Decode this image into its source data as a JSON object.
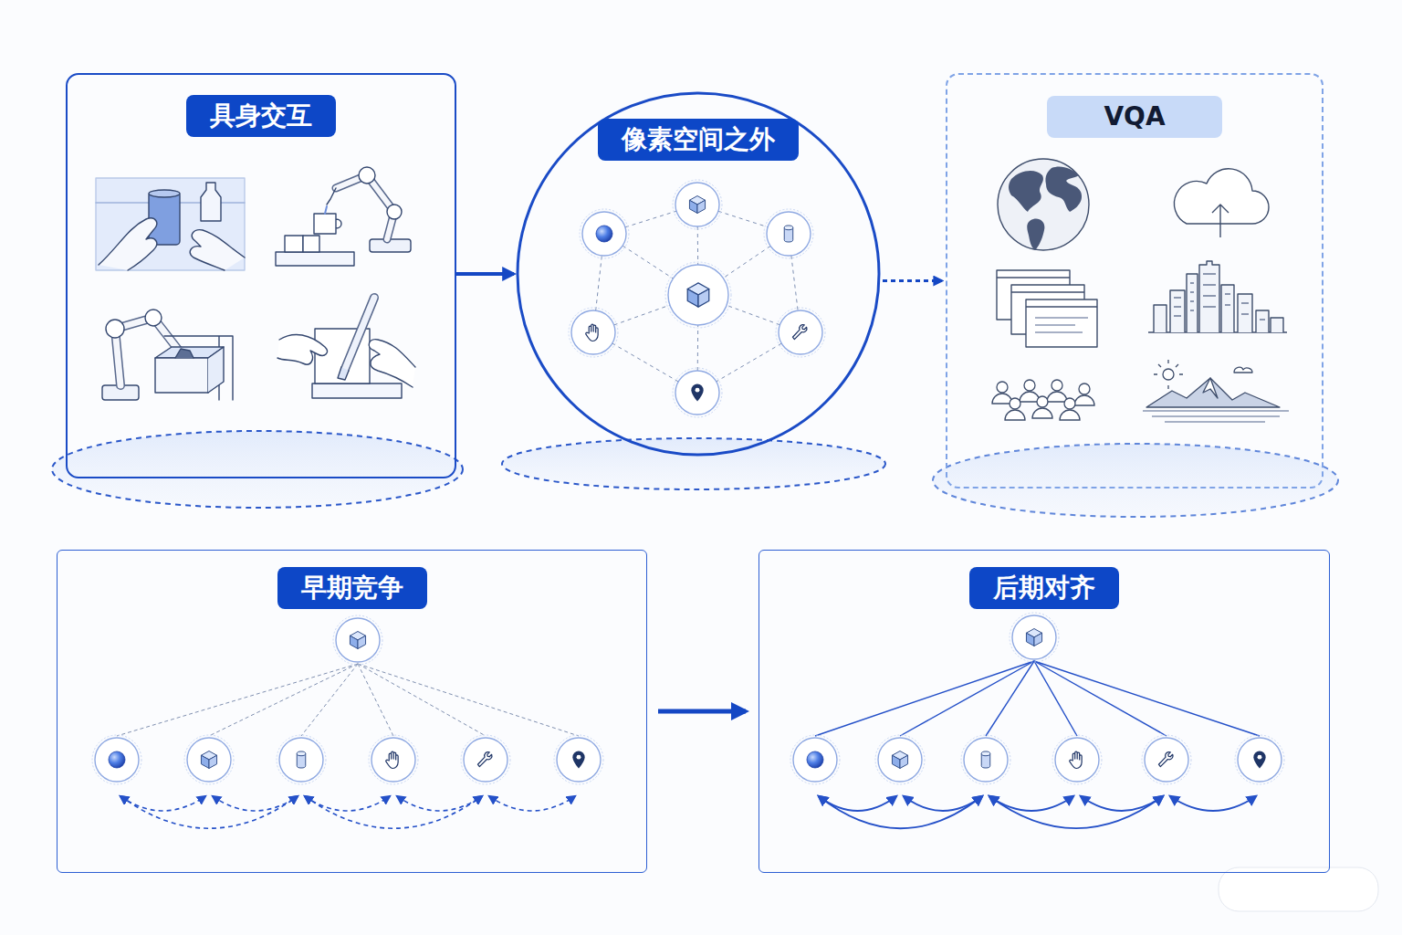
{
  "diagram": {
    "nodes": [
      {
        "text": [
          "具身交互"
        ]
      },
      {
        "text": [
          "像素空间之外"
        ]
      },
      {
        "text": [
          "VQA"
        ]
      },
      {
        "text": [
          "早期竞争"
        ]
      },
      {
        "text": [
          "后期对齐"
        ]
      }
    ],
    "edges": [
      {
        "from": 0,
        "to": 1,
        "arrow": "to"
      },
      {
        "from": 1,
        "to": 2,
        "arrow": "to"
      },
      {
        "from": 3,
        "to": 4,
        "arrow": "to"
      }
    ]
  }
}
